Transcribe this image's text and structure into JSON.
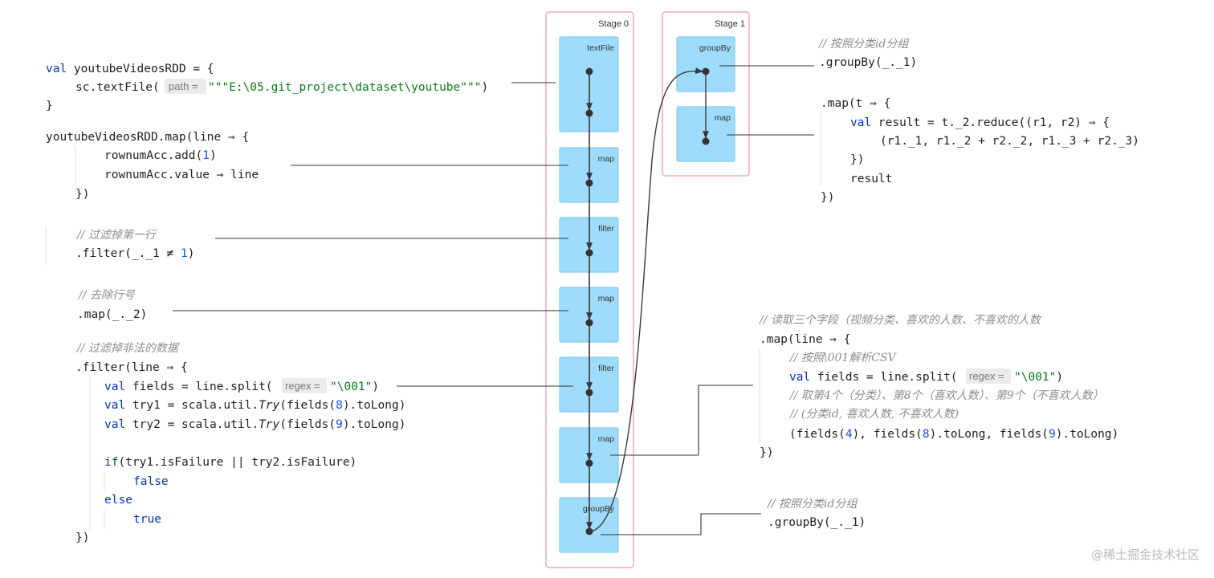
{
  "stages": [
    {
      "label": "Stage 0",
      "boxes": [
        "textFile",
        "map",
        "filter",
        "map",
        "filter",
        "map",
        "groupBy"
      ]
    },
    {
      "label": "Stage 1",
      "boxes": [
        "groupBy",
        "map"
      ]
    }
  ],
  "left_code": {
    "l1_kw": "val",
    "l1_rest": " youtubeVideosRDD = {",
    "l2_a": "sc.textFile(",
    "l2_hint": "path =",
    "l2_str": "\"\"\"E:\\05.git_project\\dataset\\youtube\"\"\"",
    "l2_b": ")",
    "l3": "}",
    "l4": "youtubeVideosRDD.map(line ⇒ {",
    "l5_a": "rownumAcc.add(",
    "l5_num": "1",
    "l5_b": ")",
    "l6": "rownumAcc.value → line",
    "l7": "})",
    "c1": "//  过滤掉第一行",
    "l8_a": ".filter(_._1 ≠ ",
    "l8_num": "1",
    "l8_b": ")",
    "c2": "//  去除行号",
    "l9": ".map(_._2)",
    "c3": "//  过滤掉非法的数据",
    "l10": ".filter(line ⇒ {",
    "l11_kw": "val",
    "l11_a": " fields = line.split(",
    "l11_hint": "regex =",
    "l11_str": "\"\\001\"",
    "l11_b": ")",
    "l12_kw": "val",
    "l12_a": " try1 = scala.util.",
    "l12_it": "Try",
    "l12_b": "(fields(",
    "l12_num": "8",
    "l12_c": ").toLong)",
    "l13_kw": "val",
    "l13_a": " try2 = scala.util.",
    "l13_it": "Try",
    "l13_b": "(fields(",
    "l13_num": "9",
    "l13_c": ").toLong)",
    "l14_kw": "if",
    "l14_rest": "(try1.isFailure || try2.isFailure)",
    "l15": "false",
    "l16": "else",
    "l17": "true",
    "l18": "})"
  },
  "right_top": {
    "c1": "//  按照分类id分组",
    "l1": ".groupBy(_._1)",
    "l2": ".map(t ⇒ {",
    "l3_kw": "val",
    "l3_rest": " result = t._2.reduce((r1, r2) ⇒ {",
    "l4": "(r1._1, r1._2 + r2._2, r1._3 + r2._3)",
    "l5": "})",
    "l6": "result",
    "l7": "})"
  },
  "right_mid": {
    "c1": "//  读取三个字段（视频分类、喜欢的人数、不喜欢的人数",
    "l1": ".map(line ⇒ {",
    "c2": "//  按照\\001解析CSV",
    "l2_kw": "val",
    "l2_a": " fields = line.split(",
    "l2_hint": "regex =",
    "l2_str": "\"\\001\"",
    "l2_b": ")",
    "c3": "//  取第4个（分类）、第8个（喜欢人数）、第9个（不喜欢人数）",
    "c4": "//  (分类id, 喜欢人数, 不喜欢人数)",
    "l3_a": "(fields(",
    "l3_n1": "4",
    "l3_b": "), fields(",
    "l3_n2": "8",
    "l3_c": ").toLong, fields(",
    "l3_n3": "9",
    "l3_d": ").toLong)",
    "l4": "})"
  },
  "right_bottom": {
    "c1": "//  按照分类id分组",
    "l1": ".groupBy(_._1)"
  },
  "watermark": "@稀土掘金技术社区"
}
